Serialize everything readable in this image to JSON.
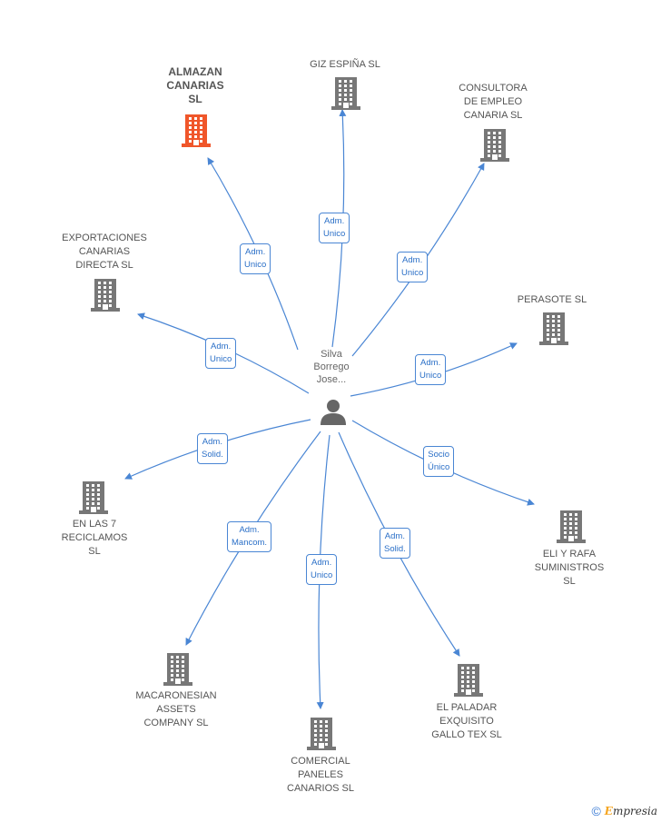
{
  "center": {
    "name": "Silva\nBorrego\nJose..."
  },
  "companies": [
    {
      "id": "almazan",
      "label": "ALMAZAN\nCANARIAS\nSL",
      "highlight": true,
      "role": "Adm.\nUnico"
    },
    {
      "id": "giz",
      "label": "GIZ ESPIÑA SL",
      "highlight": false,
      "role": "Adm.\nUnico"
    },
    {
      "id": "consultora",
      "label": "CONSULTORA\nDE EMPLEO\nCANARIA SL",
      "highlight": false,
      "role": "Adm.\nUnico"
    },
    {
      "id": "exportaciones",
      "label": "EXPORTACIONES\nCANARIAS\nDIRECTA  SL",
      "highlight": false,
      "role": "Adm.\nUnico"
    },
    {
      "id": "perasote",
      "label": "PERASOTE SL",
      "highlight": false,
      "role": "Adm.\nUnico"
    },
    {
      "id": "enlas7",
      "label": "EN LAS 7\nRECICLAMOS\nSL",
      "highlight": false,
      "role": "Adm.\nSolid."
    },
    {
      "id": "eliyrafa",
      "label": "ELI Y RAFA\nSUMINISTROS\nSL",
      "highlight": false,
      "role": "Socio\nÚnico"
    },
    {
      "id": "macaronesian",
      "label": "MACARONESIAN\nASSETS\nCOMPANY  SL",
      "highlight": false,
      "role": "Adm.\nMancom."
    },
    {
      "id": "comercial",
      "label": "COMERCIAL\nPANELES\nCANARIOS SL",
      "highlight": false,
      "role": "Adm.\nUnico"
    },
    {
      "id": "elpaladar",
      "label": "EL PALADAR\nEXQUISITO\nGALLO TEX  SL",
      "highlight": false,
      "role": "Adm.\nSolid."
    }
  ],
  "colors": {
    "edge": "#4a86d4",
    "building": "#777777",
    "building_highlight": "#f0562a",
    "person": "#666666"
  },
  "footer": {
    "copyright": "©",
    "brand_first": "E",
    "brand_rest": "mpresia"
  }
}
